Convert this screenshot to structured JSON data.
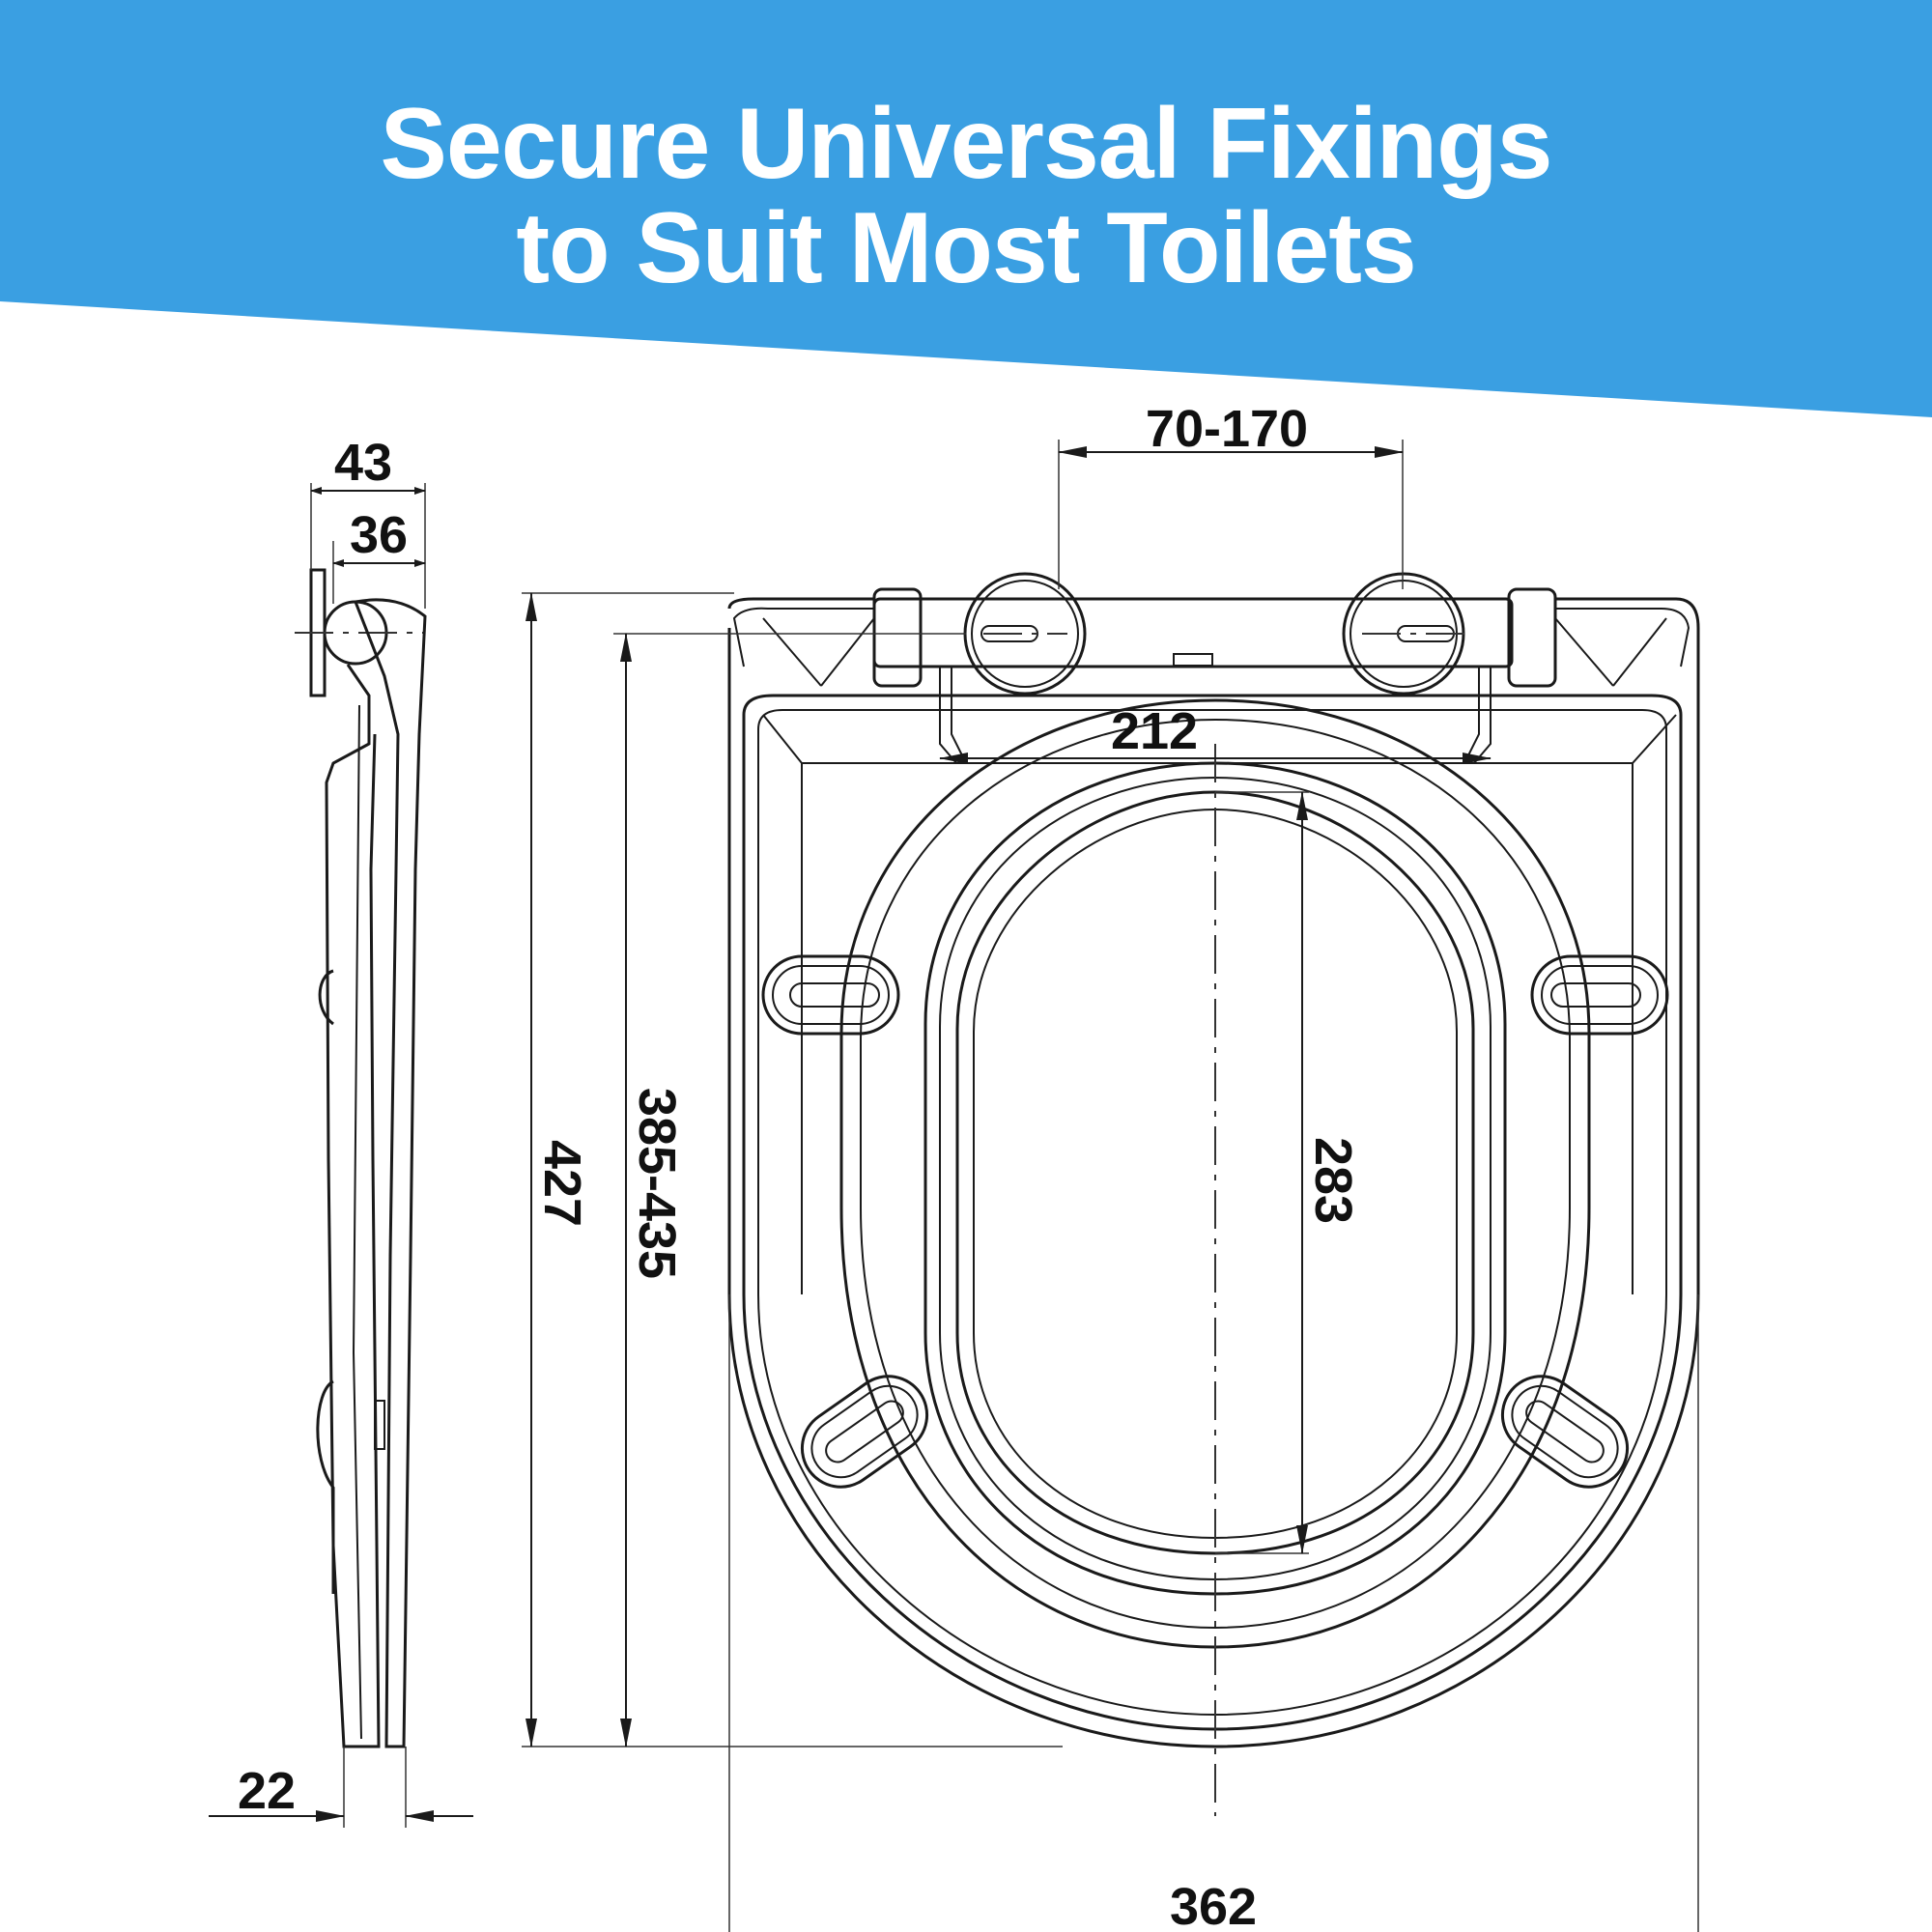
{
  "header": {
    "title_line_1": "Secure Universal Fixings",
    "title_line_2": "to Suit Most Toilets",
    "background_color": "#3a9fe2",
    "text_color": "#ffffff"
  },
  "dimensions": {
    "side_total_depth": "43",
    "side_inner_depth": "36",
    "side_thickness": "22",
    "overall_length": "427",
    "fixing_length_range": "385-435",
    "hinge_spacing_range": "70-170",
    "hinge_block_width": "212",
    "opening_length": "283",
    "overall_width": "362"
  },
  "line_color": "#1a1a1a"
}
